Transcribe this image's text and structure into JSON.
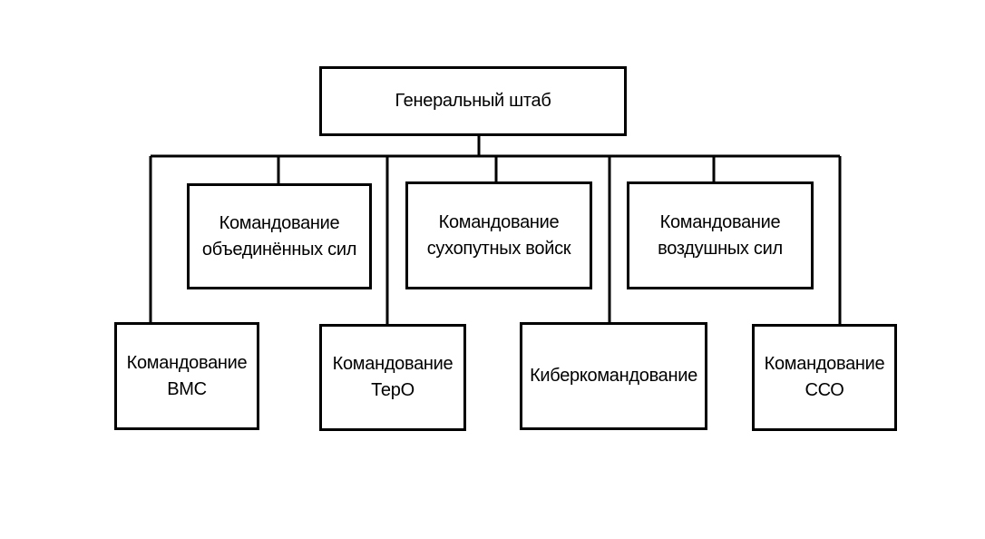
{
  "diagram": {
    "root": {
      "label": "Генеральный штаб"
    },
    "tier1": [
      {
        "label": "Командование\nобъединённых сил"
      },
      {
        "label": "Командование\nсухопутных войск"
      },
      {
        "label": "Командование\nвоздушных сил"
      }
    ],
    "tier2": [
      {
        "label": "Командование\nВМС"
      },
      {
        "label": "Командование\nТерО"
      },
      {
        "label": "Киберкомандование"
      },
      {
        "label": "Командование\nССО"
      }
    ]
  }
}
